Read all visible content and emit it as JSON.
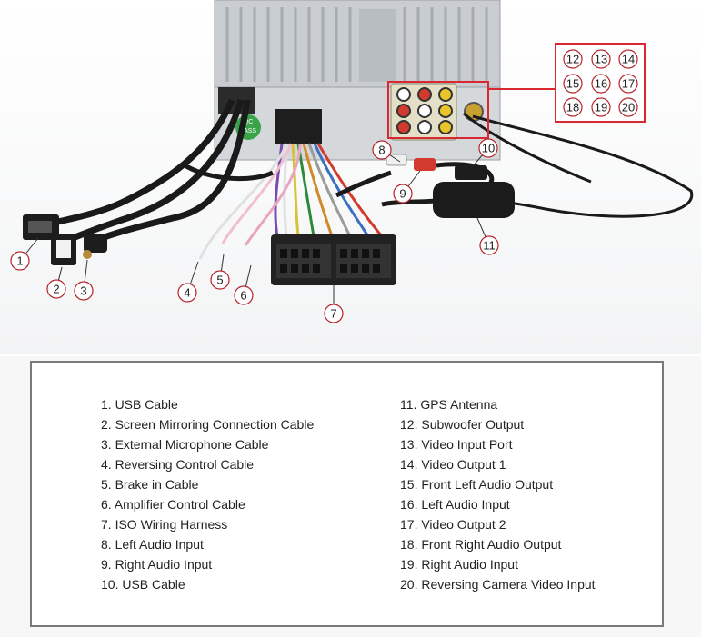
{
  "callouts": [
    "1",
    "2",
    "3",
    "4",
    "5",
    "6",
    "7",
    "8",
    "9",
    "10",
    "11",
    "12",
    "13",
    "14",
    "15",
    "16",
    "17",
    "18",
    "19",
    "20"
  ],
  "qc_badge": {
    "line1": "QC",
    "line2": "PASS"
  },
  "legend": {
    "left": [
      "1. USB Cable",
      "2. Screen Mirroring Connection Cable",
      "3. External Microphone Cable",
      "4. Reversing Control Cable",
      "5. Brake in Cable",
      "6. Amplifier Control Cable",
      "7. ISO Wiring Harness",
      "8. Left Audio Input",
      "9. Right Audio Input",
      "10. USB Cable"
    ],
    "right": [
      "11. GPS Antenna",
      "12. Subwoofer Output",
      "13. Video Input Port",
      "14. Video Output 1",
      "15. Front Left Audio Output",
      "16. Left Audio Input",
      "17. Video Output 2",
      "18. Front Right Audio Output",
      "19. Right Audio Input",
      "20. Reversing Camera Video Input"
    ]
  },
  "colors": {
    "highlight": "#d9282f",
    "callout_stroke": "#b4232a",
    "legend_border": "#7a7a7a"
  }
}
